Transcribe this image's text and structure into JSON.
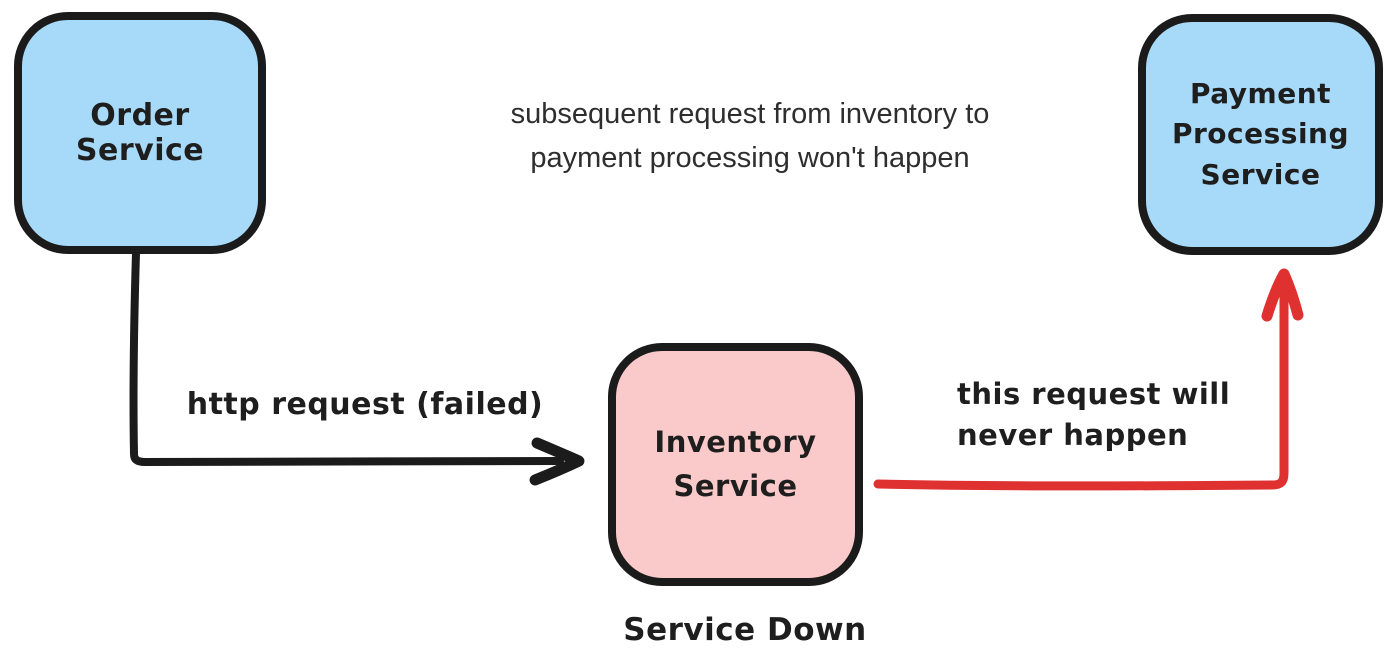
{
  "theme": {
    "canvas-bg": "#ffffff",
    "node-blue": "#a7d9f8",
    "node-pink": "#fac9c9",
    "stroke-dark": "#1b1b1b",
    "text-dark": "#1e1e1e",
    "arrow-red": "#e03131"
  },
  "annotations": {
    "top_note": "subsequent request from inventory to\npayment processing won't happen",
    "inventory_status": "Service Down"
  },
  "nodes": {
    "order": {
      "label": "Order Service",
      "fill": "#a7d9f8"
    },
    "payment": {
      "label": "Payment\nProcessing\nService",
      "fill": "#a7d9f8"
    },
    "inventory": {
      "label": "Inventory\nService",
      "fill": "#fac9c9"
    }
  },
  "edges": {
    "http_request": {
      "label": "http request (failed)",
      "from": "order",
      "to": "inventory",
      "color": "#1b1b1b"
    },
    "blocked_request": {
      "label": "this request will\nnever happen",
      "from": "inventory",
      "to": "payment",
      "color": "#e03131"
    }
  }
}
